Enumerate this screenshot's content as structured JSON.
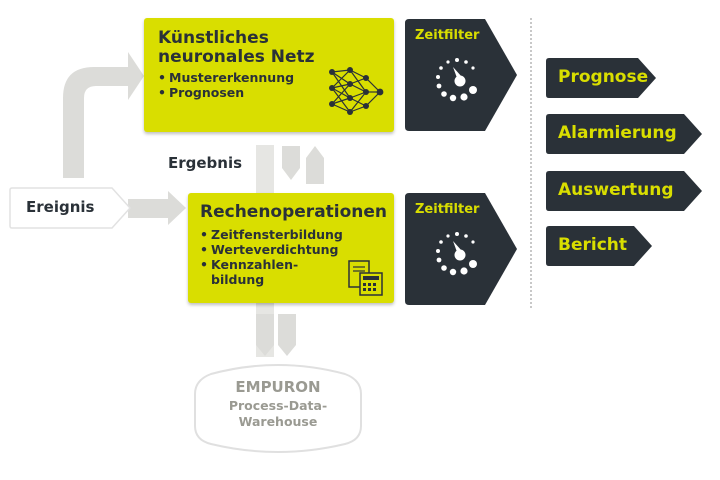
{
  "nn_box": {
    "title_line1": "Künstliches",
    "title_line2": "neuronales Netz",
    "items": [
      "Mustererkennung",
      "Prognosen"
    ]
  },
  "ops_box": {
    "title": "Rechenoperationen",
    "items": [
      "Zeitfensterbildung",
      "Werteverdichtung",
      "Kennzahlen-bildung"
    ]
  },
  "filter_top": {
    "label": "Zeitfilter"
  },
  "filter_bottom": {
    "label": "Zeitfilter"
  },
  "event": {
    "label": "Ereignis"
  },
  "result": {
    "label": "Ergebnis"
  },
  "database": {
    "name": "EMPURON",
    "line1": "Process-Data-",
    "line2": "Warehouse"
  },
  "outputs": [
    "Prognose",
    "Alarmierung",
    "Auswertung",
    "Bericht"
  ],
  "colors": {
    "accent": "#d9de00",
    "dark": "#2a3138",
    "arrow_gray": "#dcdcd9",
    "text_gray": "#9a9a92"
  },
  "icons": [
    "neural-network-icon",
    "stopwatch-icon",
    "calculator-icon"
  ]
}
